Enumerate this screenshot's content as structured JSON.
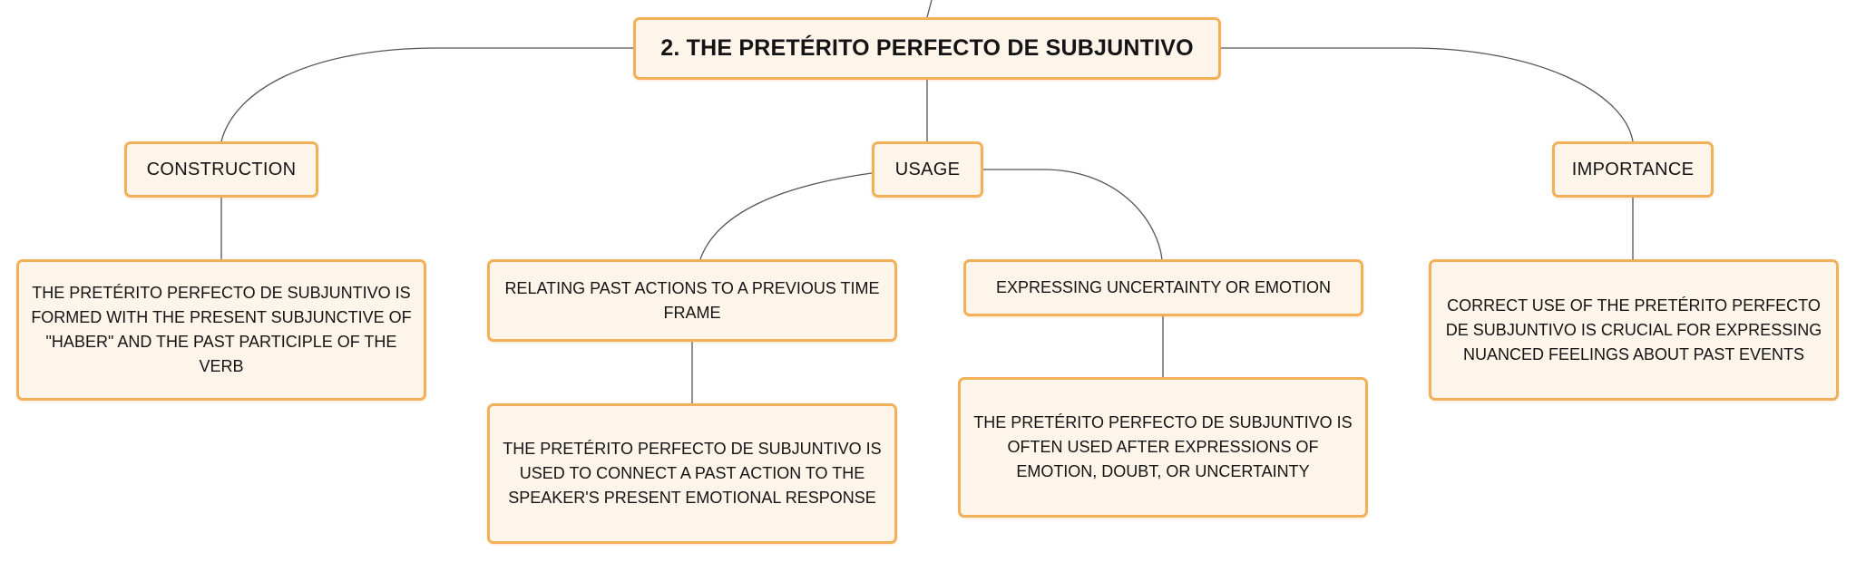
{
  "mindmap": {
    "root": {
      "label": "2. THE PRETÉRITO PERFECTO DE SUBJUNTIVO"
    },
    "branches": {
      "construction": {
        "label": "CONSTRUCTION",
        "detail": "THE PRETÉRITO PERFECTO DE SUBJUNTIVO IS FORMED WITH THE PRESENT SUBJUNCTIVE OF \"HABER\" AND THE PAST PARTICIPLE OF THE VERB"
      },
      "usage": {
        "label": "USAGE",
        "relating": {
          "label": "RELATING PAST ACTIONS TO A PREVIOUS TIME FRAME",
          "detail": "THE PRETÉRITO PERFECTO DE SUBJUNTIVO IS USED TO CONNECT A PAST ACTION TO THE SPEAKER'S PRESENT EMOTIONAL RESPONSE"
        },
        "expressing": {
          "label": "EXPRESSING UNCERTAINTY OR EMOTION",
          "detail": "THE PRETÉRITO PERFECTO DE SUBJUNTIVO IS OFTEN USED AFTER EXPRESSIONS OF EMOTION, DOUBT, OR UNCERTAINTY"
        }
      },
      "importance": {
        "label": "IMPORTANCE",
        "detail": "CORRECT USE OF THE PRETÉRITO PERFECTO DE SUBJUNTIVO IS CRUCIAL FOR EXPRESSING NUANCED FEELINGS ABOUT PAST EVENTS"
      }
    }
  },
  "colors": {
    "node_fill": "#fdf4ea",
    "node_border": "#f2b059",
    "connector": "#555555",
    "text": "#141414"
  }
}
